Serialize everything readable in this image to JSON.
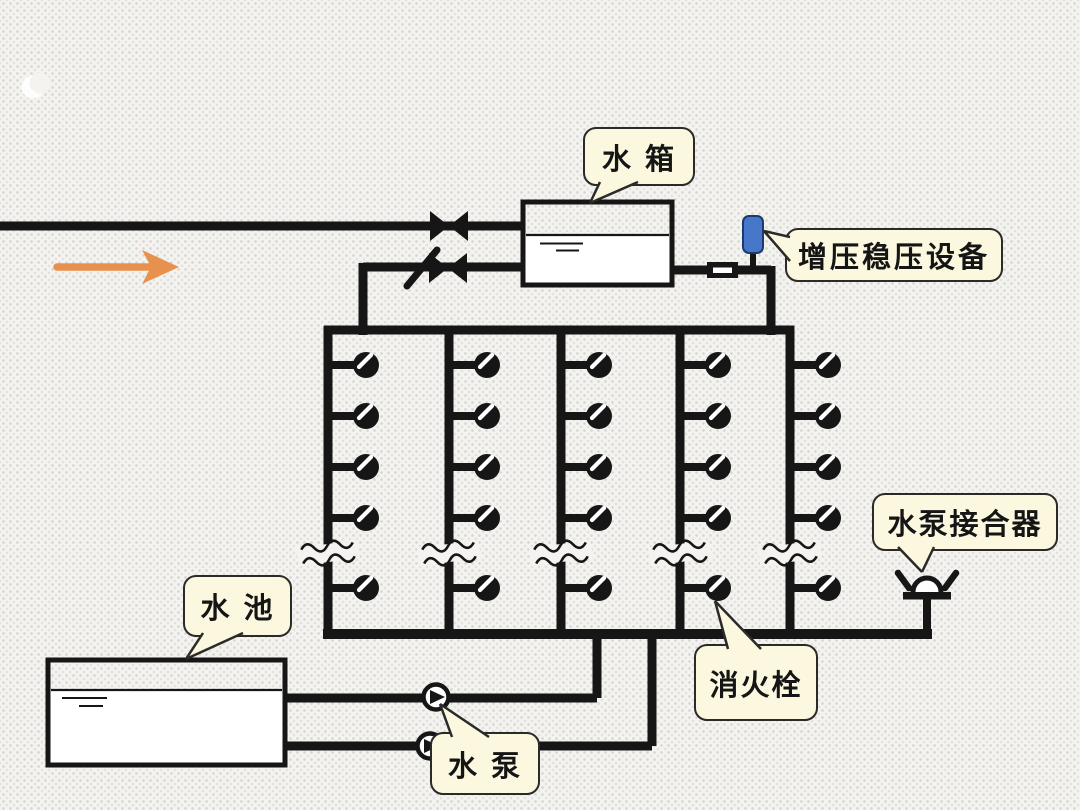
{
  "slide": {
    "callouts": {
      "water_tank": "水 箱",
      "pressure_stabilizer": "增压稳压设备",
      "pump_adapter": "水泵接合器",
      "fire_hydrant": "消火栓",
      "water_pool": "水 池",
      "water_pump": "水 泵"
    },
    "colors": {
      "background": "#F4F3F0",
      "pipe": "#161616",
      "callout_fill": "#FBF8DF",
      "callout_border": "#2A2A28",
      "device_blue": "#4677C8",
      "arrow_orange": "#E8914E"
    },
    "structure": {
      "riser_count": 5,
      "hydrant_rows_per_riser": 5,
      "pump_count": 2,
      "valve_count_inlet": 1,
      "valve_count_check": 1
    }
  }
}
